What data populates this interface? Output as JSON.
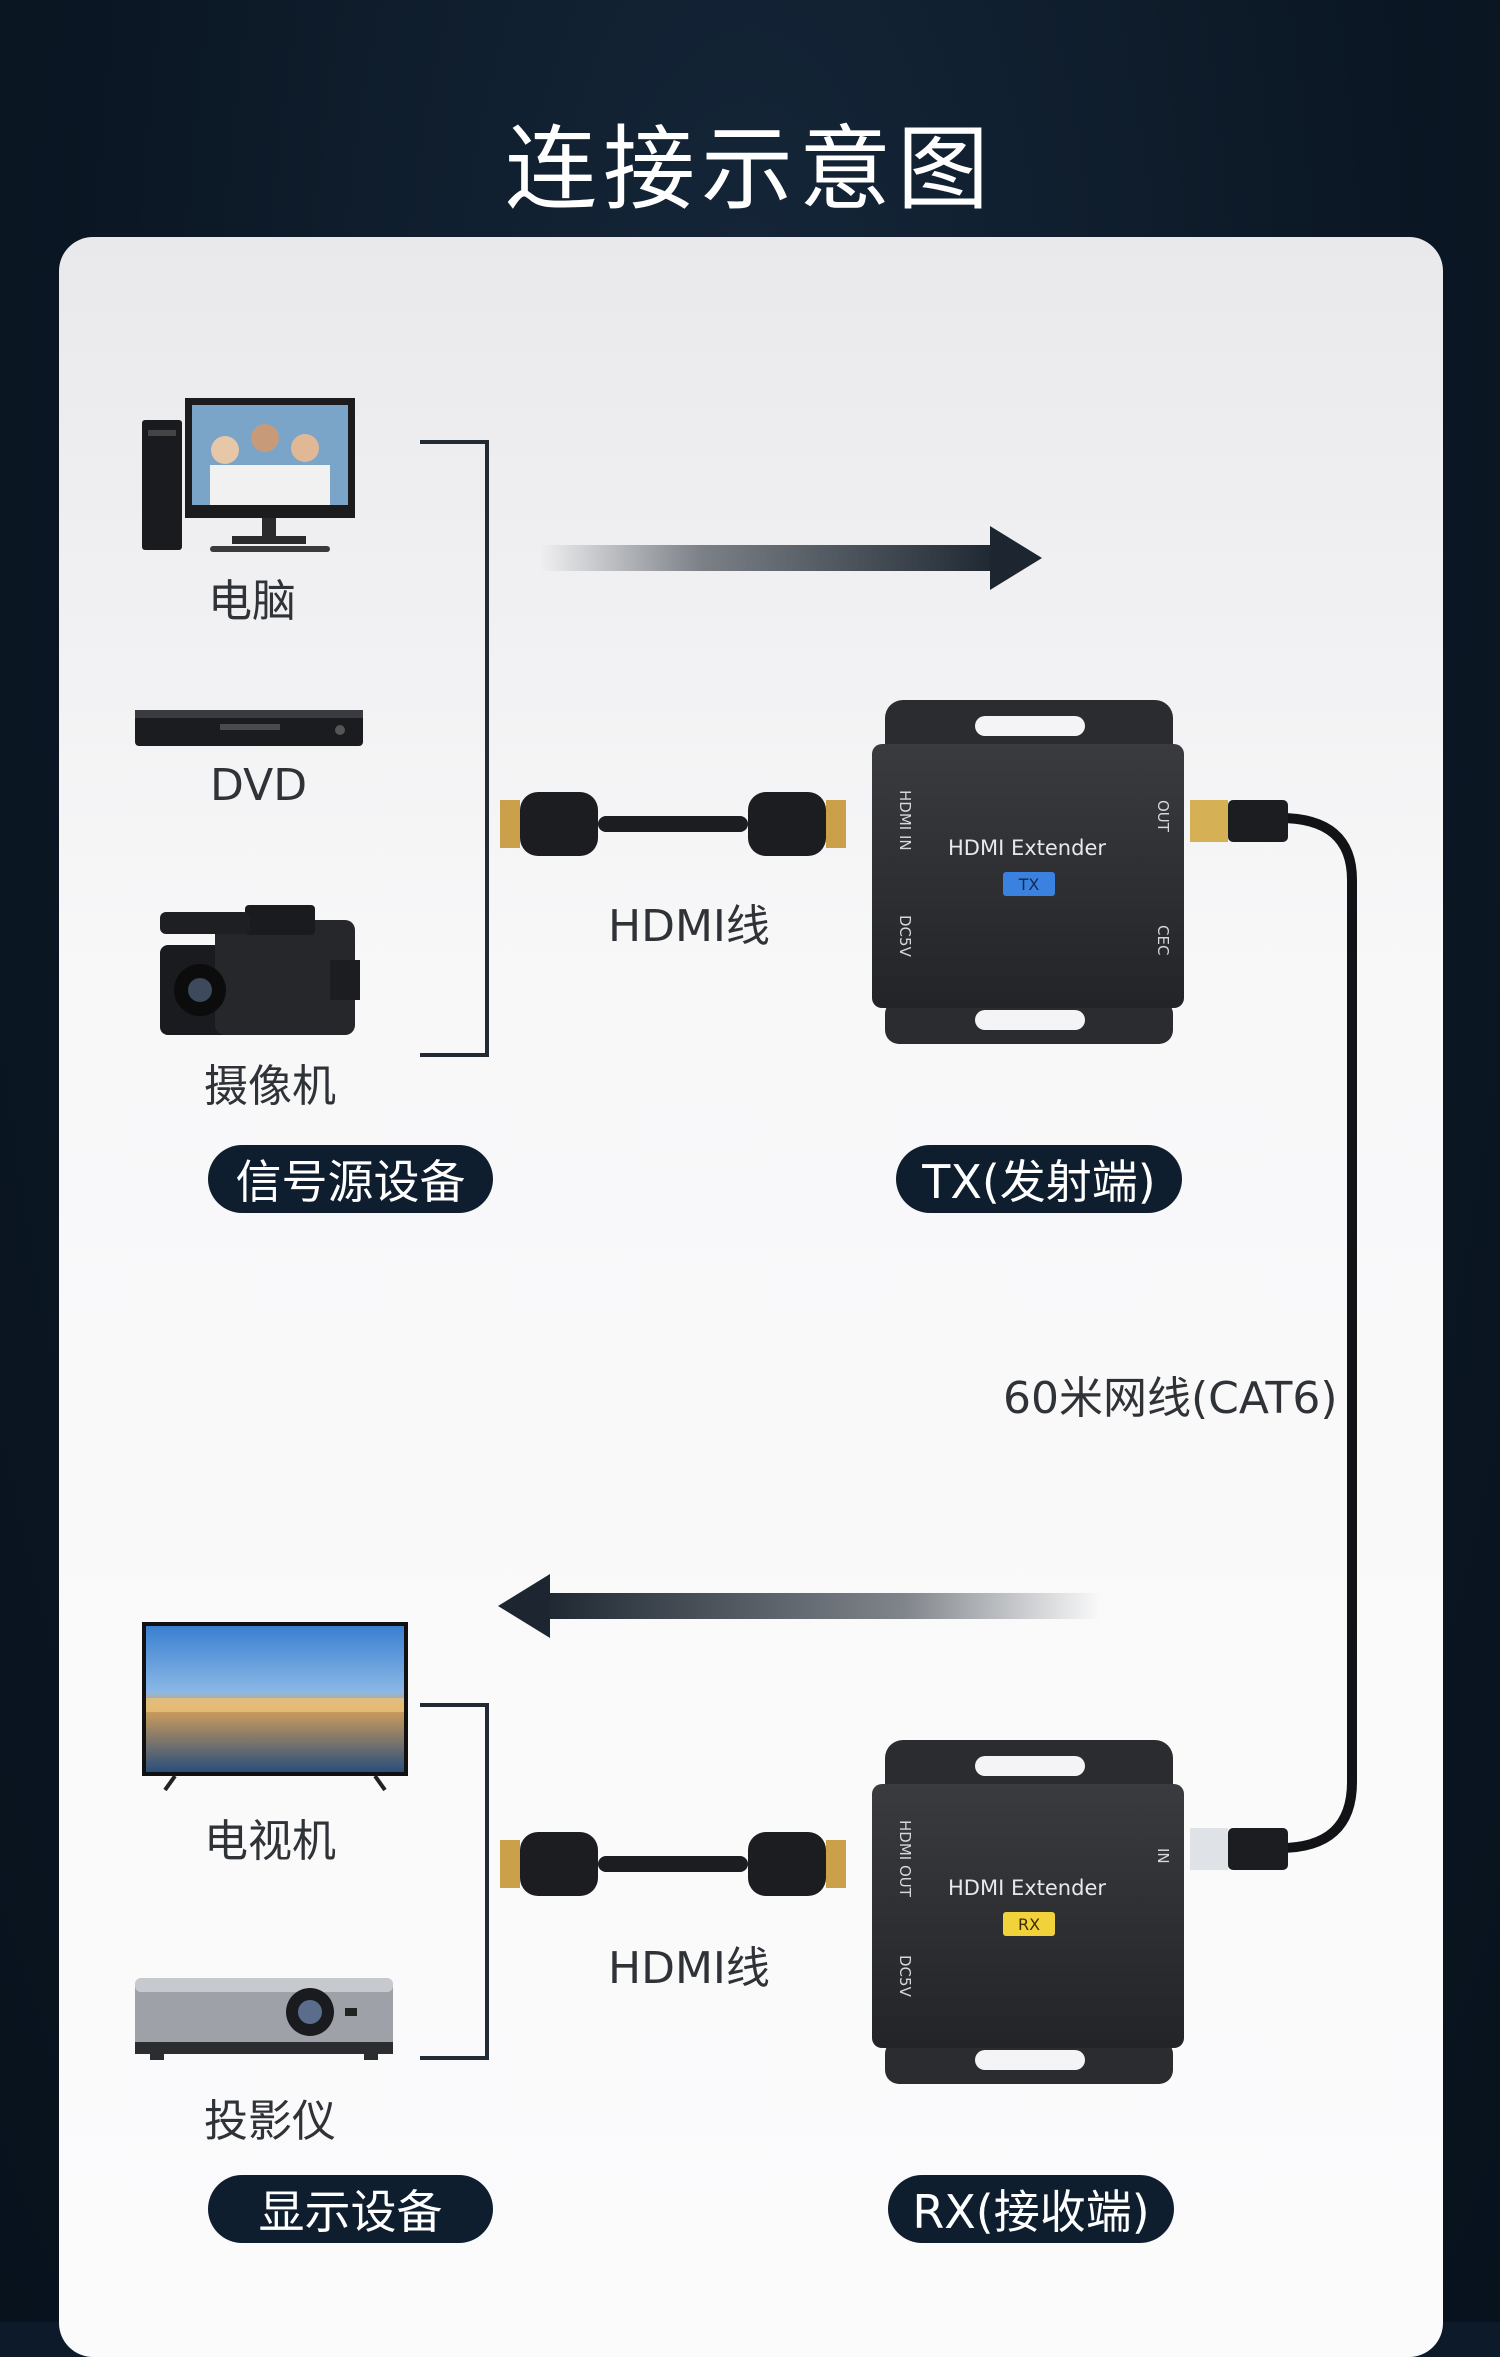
{
  "title": "连接示意图",
  "sources": {
    "pc_label": "电脑",
    "dvd_label": "DVD",
    "camera_label": "摄像机",
    "group_label": "信号源设备"
  },
  "displays": {
    "tv_label": "电视机",
    "projector_label": "投影仪",
    "group_label": "显示设备"
  },
  "tx": {
    "device_text": "HDMI Extender",
    "badge": "TX",
    "port_left_top": "HDMI IN",
    "port_left_bottom": "DC5V",
    "port_right_top": "OUT",
    "port_right_bottom": "CEC",
    "caption": "TX(发射端)"
  },
  "rx": {
    "device_text": "HDMI Extender",
    "badge": "RX",
    "port_left_top": "HDMI OUT",
    "port_left_bottom": "DC5V",
    "port_right_top": "IN",
    "caption": "RX(接收端)"
  },
  "cables": {
    "hdmi_top": "HDMI线",
    "hdmi_bottom": "HDMI线",
    "network": "60米网线(CAT6)"
  },
  "colors": {
    "background": "#0b1724",
    "pill": "#0f1e2f",
    "tx_badge": "#3b82e0",
    "rx_badge": "#f2d23a"
  }
}
